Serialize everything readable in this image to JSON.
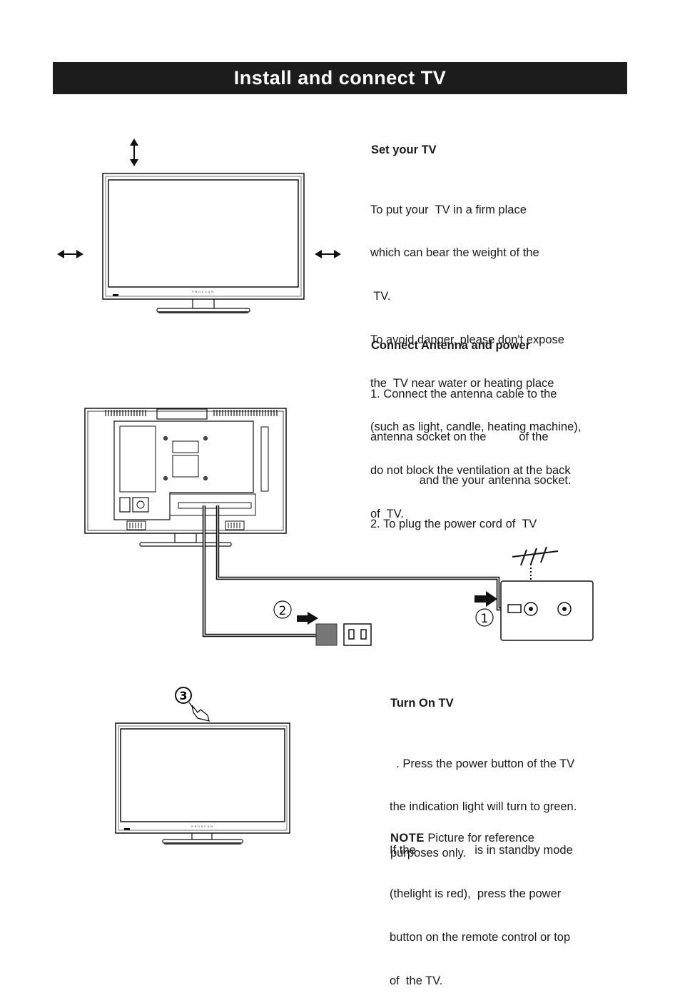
{
  "page_title": "Install and connect  TV",
  "set_tv": {
    "heading": "Set your  TV",
    "lines": [
      "To put your  TV in a firm place",
      "which can bear the weight of the",
      " TV.",
      "To avoid danger, please don't expose",
      "the  TV near water or heating place",
      "(such as light, candle, heating machine),",
      "do not block the ventilation at the back",
      "of  TV."
    ]
  },
  "connect": {
    "heading": "Connect Antenna and power",
    "lines": [
      "1. Connect the antenna cable to the",
      "antenna socket on the          of the",
      "               and the your antenna socket.",
      "2. To plug the power cord of  TV"
    ]
  },
  "turn_on": {
    "heading": "Turn On  TV",
    "lines": [
      "  . Press the power button of the TV",
      "the indication light will turn to green.",
      "If the                  is in standby mode",
      "(thelight is red),  press the power",
      "button on the remote control or top",
      "of  the TV."
    ],
    "note_label": "NOTE",
    "note_text": "  Picture for reference purposes only."
  },
  "diagram": {
    "brand_label": "PROSCAN",
    "step_antenna": "1",
    "step_power": "2",
    "step_turn_on": "3"
  }
}
